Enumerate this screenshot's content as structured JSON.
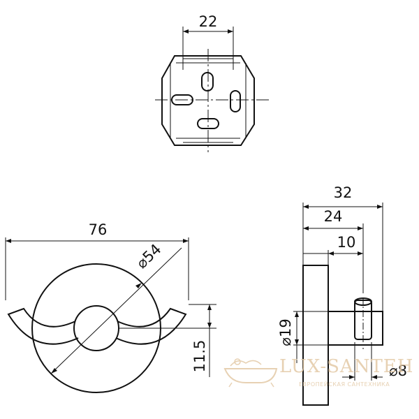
{
  "dimensions": {
    "plate_width": "22",
    "overall_width": "76",
    "rosette_diameter": "⌀54",
    "hook_offset": "11.5",
    "depth_total": "32",
    "depth_mid": "24",
    "depth_base": "10",
    "rosette_side": "⌀19",
    "hook_diameter": "⌀8"
  },
  "watermark": {
    "brand": "LUX-SANTEH",
    "tagline": "ЕВРОПЕЙСКАЯ САНТЕХНИКА"
  },
  "colors": {
    "line": "#111111",
    "watermark": "#e3c9a6"
  }
}
